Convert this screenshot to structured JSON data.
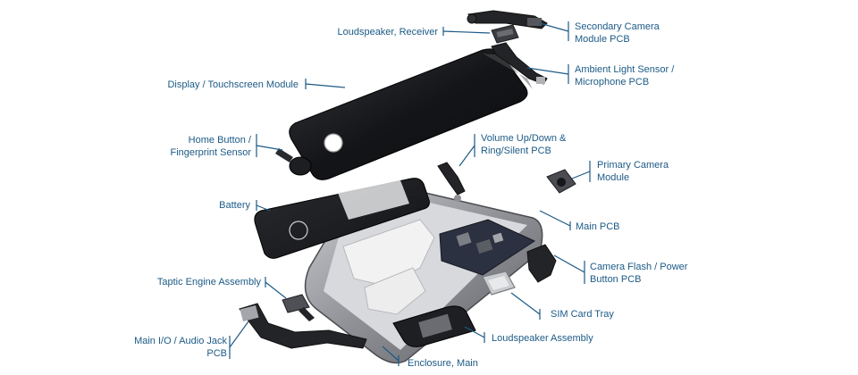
{
  "colors": {
    "label_text": "#1c5a86",
    "leader_line": "#1c5a86",
    "background": "#ffffff",
    "part_dark": "#1e1f22",
    "part_metal": "#8d8f94",
    "board_blue": "#2b3140"
  },
  "labels": {
    "loudspeaker_receiver": "Loudspeaker, Receiver",
    "secondary_camera": "Secondary Camera\nModule PCB",
    "ambient_light": "Ambient Light Sensor /\nMicrophone PCB",
    "display": "Display / Touchscreen Module",
    "home_button": "Home Button /\nFingerprint Sensor",
    "volume": "Volume Up/Down &\nRing/Silent PCB",
    "primary_camera": "Primary Camera\nModule",
    "battery": "Battery",
    "main_pcb": "Main PCB",
    "camera_flash": "Camera Flash / Power\nButton PCB",
    "taptic": "Taptic Engine Assembly",
    "sim_tray": "SIM Card Tray",
    "main_io": "Main I/O / Audio Jack\nPCB",
    "loudspeaker_assembly": "Loudspeaker Assembly",
    "enclosure": "Enclosure, Main"
  }
}
